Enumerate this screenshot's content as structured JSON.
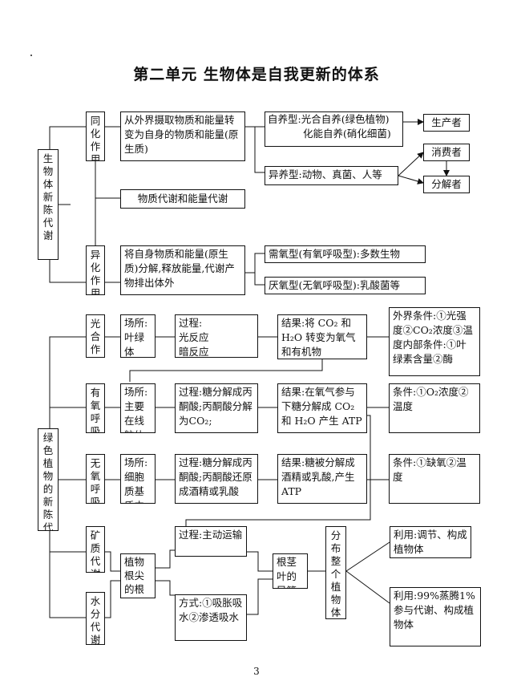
{
  "title": "第二单元 生物体是自我更新的体系",
  "section1": {
    "root": "生物体新陈代谢",
    "assimilation": "同化作用",
    "assimilation_desc": "从外界摄取物质和能量转变为自身的物质和能量(原生质)",
    "autotrophic": "自养型:光合自养(绿色植物)",
    "chemo": "化能自养(硝化细菌)",
    "heterotrophic": "异养型:动物、真菌、人等",
    "producer": "生产者",
    "consumer": "消费者",
    "decomposer": "分解者",
    "metabolism": "物质代谢和能量代谢",
    "dissimilation": "异化作用",
    "dissimilation_desc": "将自身物质和能量(原生质)分解,释放能量,代谢产物排出体外",
    "aerobic": "需氧型(有氧呼吸型):多数生物",
    "anaerobic": "厌氧型(无氧呼吸型):乳酸菌等"
  },
  "section2": {
    "root": "绿色植物的新陈代谢",
    "photosynthesis": "光合作用",
    "ps_place": "场所:叶绿体",
    "ps_process_label": "过程:",
    "ps_process_1": "光反应",
    "ps_process_2": "暗反应",
    "ps_result": "结果:将 CO₂ 和 H₂O 转变为氧气和有机物",
    "ps_cond": "外界条件:①光强度②CO₂浓度③温度内部条件:①叶绿素含量②酶",
    "aerobic_resp": "有氧呼吸",
    "ar_place": "场所:主要在线粒体",
    "ar_process": "过程:糖分解成丙酮酸;丙酮酸分解为CO₂;",
    "ar_result": "结果:在氧气参与下糖分解成 CO₂和 H₂O 产生 ATP",
    "ar_cond": "条件:①O₂浓度②温度",
    "anaerobic_resp": "无氧呼吸",
    "an_place": "场所:细胞质基质中",
    "an_process": "过程:糖分解成丙酮酸;丙酮酸还原成酒精或乳酸",
    "an_result": "结果:糖被分解成酒精或乳酸,产生ATP",
    "an_cond": "条件:①缺氧②温度",
    "mineral": "矿质代谢",
    "water": "水分代谢",
    "root_zone": "植物根尖的根毛区",
    "mineral_process": "过程:主动运输",
    "water_method": "方式:①吸胀吸水②渗透吸水",
    "vessel": "根茎叶的导管",
    "distribute": "分布整个植物体",
    "use_mineral": "利用:调节、构成植物体",
    "use_water": "利用:99%蒸腾1%参与代谢、构成植物体"
  },
  "page_number": "3"
}
